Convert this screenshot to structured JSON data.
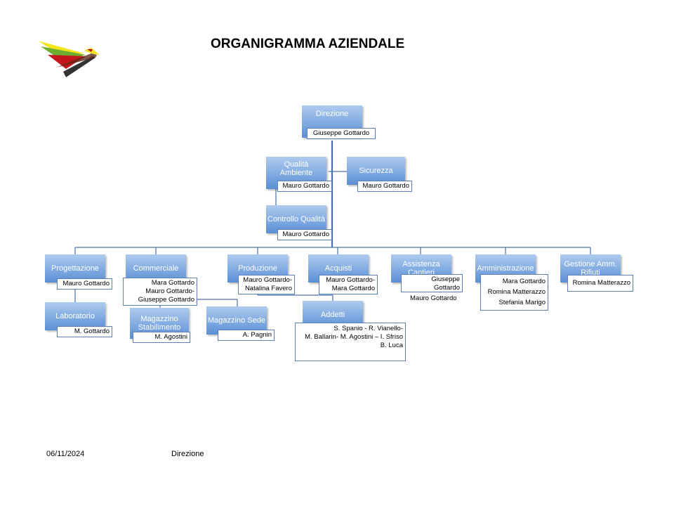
{
  "header": {
    "title": "ORGANIGRAMMA AZIENDALE"
  },
  "colors": {
    "unit_light": "#aecbee",
    "unit_dark": "#5a8fd6",
    "connector": "#4a6fae",
    "logo_yellow": "#f2e51a",
    "logo_green": "#6cae2f",
    "logo_red": "#c3161c",
    "logo_dark": "#333333"
  },
  "chart": {
    "direzione": {
      "label": "Direzione",
      "person": "Giuseppe Gottardo"
    },
    "qualita": {
      "label": "Qualità Ambiente",
      "person": "Mauro Gottardo"
    },
    "sicurezza": {
      "label": "Sicurezza",
      "person": "Mauro Gottardo"
    },
    "controllo": {
      "label": "Controllo Qualità",
      "person": "Mauro Gottardo"
    },
    "progettazione": {
      "label": "Progettazione",
      "person": "Mauro Gottardo"
    },
    "laboratorio": {
      "label": "Laboratorio",
      "person": "M. Gottardo"
    },
    "commerciale": {
      "label": "Commerciale",
      "people": [
        "Mara Gottardo",
        "Mauro Gottardo-",
        "Giuseppe Gottardo"
      ]
    },
    "magazzino_stab": {
      "label": "Magazzino Stabilimento",
      "person": "M. Agostini"
    },
    "produzione": {
      "label": "Produzione",
      "people": [
        "Mauro Gottardo-",
        "Natalina Favero"
      ]
    },
    "magazzino_sede": {
      "label": "Magazzino Sede",
      "person": "A. Pagnin"
    },
    "acquisti": {
      "label": "Acquisti",
      "people": [
        "Mauro Gottardo-",
        "Mara Gottardo"
      ]
    },
    "addetti": {
      "label": "Addetti",
      "people": [
        "S. Spanio - R. Vianello-",
        "M. Ballarin- M. Agostini – I. Sfriso",
        "B. Luca"
      ]
    },
    "assistenza": {
      "label": "Assistenza Cantieri",
      "people": [
        "Giuseppe",
        "Gottardo"
      ],
      "extra": "Mauro Gottardo"
    },
    "amministrazione": {
      "label": "Amministrazione",
      "people": [
        "Mara Gottardo",
        "Romina Matterazzo",
        "Stefania Marigo"
      ]
    },
    "gestione": {
      "label": "Gestione Amm. Rifiuti",
      "person": "Romina Matterazzo"
    }
  },
  "footer": {
    "date": "06/11/2024",
    "label": "Direzione"
  }
}
